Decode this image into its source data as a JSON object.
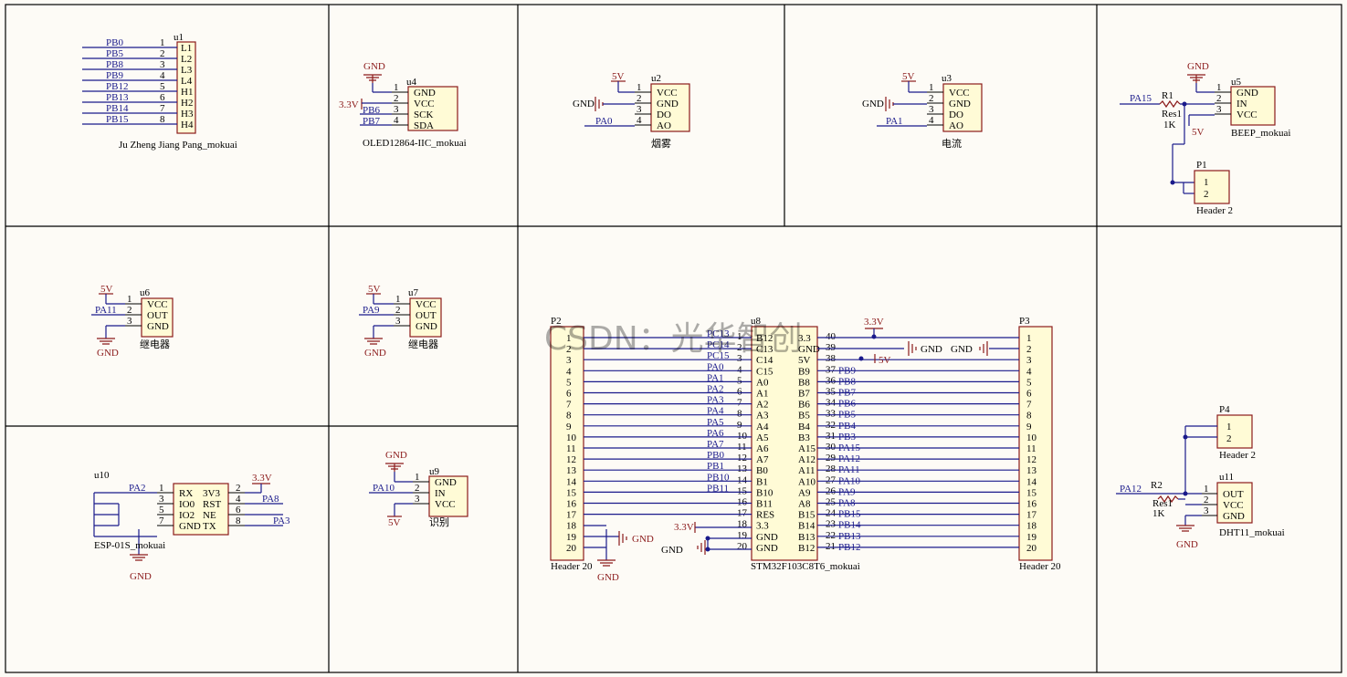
{
  "u1": {
    "ref": "u1",
    "name": "Ju Zheng Jiang Pang_mokuai",
    "nets": [
      "PB0",
      "PB5",
      "PB8",
      "PB9",
      "PB12",
      "PB13",
      "PB14",
      "PB15"
    ],
    "pins": [
      "L1",
      "L2",
      "L3",
      "L4",
      "H1",
      "H2",
      "H3",
      "H4"
    ]
  },
  "u4": {
    "ref": "u4",
    "name": "OLED12864-IIC_mokuai",
    "gnd": "GND",
    "v33": "3.3V",
    "nets": [
      "PB6",
      "PB7"
    ],
    "pins": [
      "GND",
      "VCC",
      "SCK",
      "SDA"
    ]
  },
  "u2": {
    "ref": "u2",
    "name": "烟雾",
    "v5": "5V",
    "gnd": "GND",
    "net": "PA0",
    "pins": [
      "VCC",
      "GND",
      "DO",
      "AO"
    ]
  },
  "u3": {
    "ref": "u3",
    "name": "电流",
    "v5": "5V",
    "gnd": "GND",
    "net": "PA1",
    "pins": [
      "VCC",
      "GND",
      "DO",
      "AO"
    ]
  },
  "u5": {
    "ref": "u5",
    "name": "BEEP_mokuai",
    "gnd": "GND",
    "net": "PA15",
    "r_ref": "R1",
    "r_type": "Res1",
    "r_val": "1K",
    "v5": "5V",
    "pins": [
      "GND",
      "IN",
      "VCC"
    ],
    "header_ref": "P1",
    "header_name": "Header 2"
  },
  "u6": {
    "ref": "u6",
    "name": "继电器",
    "v5": "5V",
    "net": "PA11",
    "gnd": "GND",
    "pins": [
      "VCC",
      "OUT",
      "GND"
    ]
  },
  "u7": {
    "ref": "u7",
    "name": "继电器",
    "v5": "5V",
    "net": "PA9",
    "gnd": "GND",
    "pins": [
      "VCC",
      "OUT",
      "GND"
    ]
  },
  "u10": {
    "ref": "u10",
    "name": "ESP-01S_mokuai",
    "net_rx": "PA2",
    "v33": "3.3V",
    "net_rst": "PA8",
    "net_tx": "PA3",
    "gnd": "GND",
    "left_pins": [
      "RX",
      "IO0",
      "IO2",
      "GND"
    ],
    "right_pins": [
      "3V3",
      "RST",
      "NE",
      "TX"
    ]
  },
  "u9": {
    "ref": "u9",
    "name": "识别",
    "gnd": "GND",
    "net": "PA10",
    "v5": "5V",
    "pins": [
      "GND",
      "IN",
      "VCC"
    ]
  },
  "main": {
    "p2_ref": "P2",
    "p2_name": "Header 20",
    "p3_ref": "P3",
    "p3_name": "Header 20",
    "u8_ref": "u8",
    "u8_name": "STM32F103C8T6_mokuai",
    "left_nets": [
      "PC13",
      "PC14",
      "PC15",
      "PA0",
      "PA1",
      "PA2",
      "PA3",
      "PA4",
      "PA5",
      "PA6",
      "PA7",
      "PB0",
      "PB1",
      "PB10",
      "PB11"
    ],
    "left_pins": [
      "B12",
      "C13",
      "C14",
      "C15",
      "A0",
      "A1",
      "A2",
      "A3",
      "A4",
      "A5",
      "A6",
      "A7",
      "B0",
      "B1",
      "B10",
      "B11",
      "RES",
      "3.3",
      "GND",
      "GND"
    ],
    "right_pins": [
      "3.3",
      "GND",
      "5V",
      "B9",
      "B8",
      "B7",
      "B6",
      "B5",
      "B4",
      "B3",
      "A15",
      "A12",
      "A11",
      "A10",
      "A9",
      "A8",
      "B15",
      "B14",
      "B13",
      "B12"
    ],
    "right_nets": [
      "PB9",
      "PB8",
      "PB7",
      "PB6",
      "PB5",
      "PB4",
      "PB3",
      "PA15",
      "PA12",
      "PA11",
      "PA10",
      "PA9",
      "PA8",
      "PB15",
      "PB14",
      "PB13",
      "PB12"
    ],
    "v33": "3.3V",
    "v5": "5V",
    "gnd": "GND"
  },
  "u11": {
    "ref": "u11",
    "name": "DHT11_mokuai",
    "header_ref": "P4",
    "header_name": "Header 2",
    "net": "PA12",
    "r_ref": "R2",
    "r_type": "Res1",
    "r_val": "1K",
    "gnd": "GND",
    "pins": [
      "OUT",
      "VCC",
      "GND"
    ]
  },
  "watermark": "CSDN：光华智创"
}
